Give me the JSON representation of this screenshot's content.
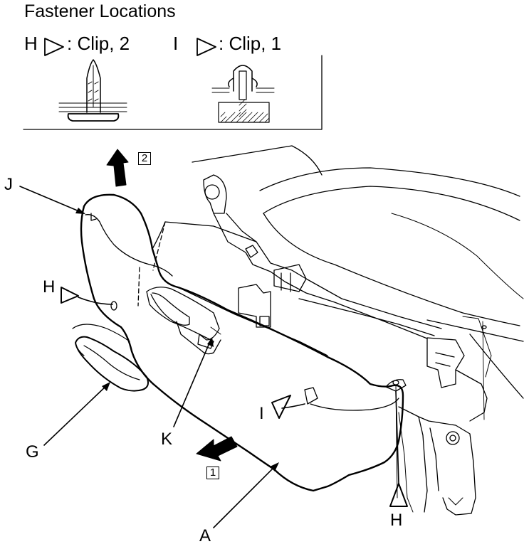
{
  "title": "Fastener Locations",
  "legend": {
    "h_letter": "H",
    "h_desc": ": Clip, 2",
    "i_letter": "I",
    "i_desc": ": Clip, 1"
  },
  "callouts": {
    "A": "A",
    "G": "G",
    "H_upper": "H",
    "H_lower": "H",
    "I": "I",
    "J": "J",
    "K": "K"
  },
  "steps": {
    "step1": "1",
    "step2": "2"
  }
}
